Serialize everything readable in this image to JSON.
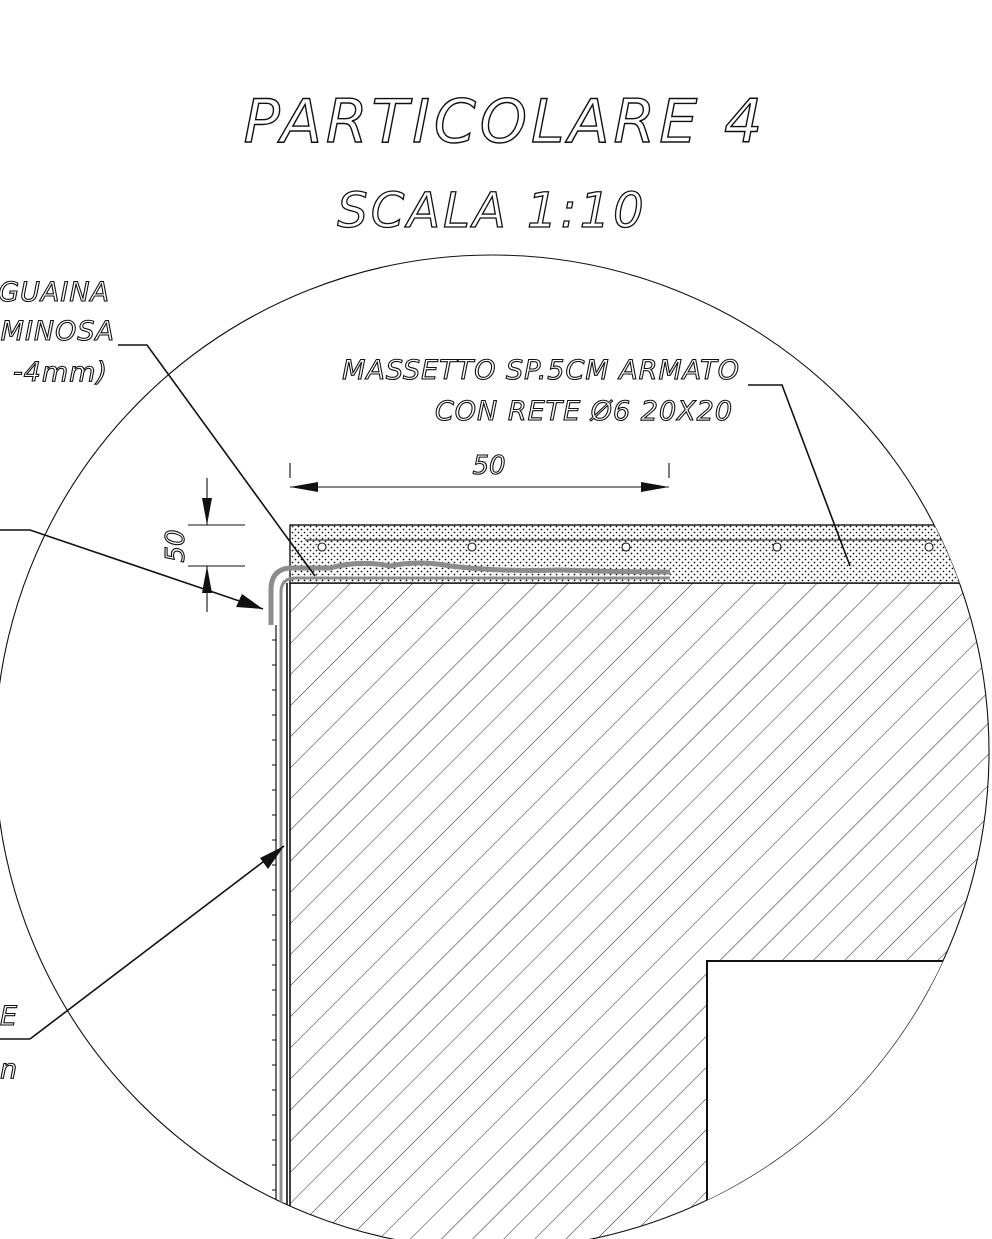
{
  "detail": {
    "title": "PARTICOLARE 4",
    "scale": "SCALA 1:10"
  },
  "annotations": {
    "membrane_line1": "GUAINA",
    "membrane_line2": "MINOSA",
    "membrane_line3": "-4mm)",
    "screed_line1": "MASSETTO SP.5CM ARMATO",
    "screed_line2": "CON RETE Ø6 20X20",
    "cut_fragment_1": "E",
    "cut_fragment_2": "n"
  },
  "dimensions": {
    "horizontal": "50",
    "vertical": "50"
  },
  "colors": {
    "line": "#111111",
    "membrane": "#8c8c8c",
    "background": "#ffffff"
  }
}
